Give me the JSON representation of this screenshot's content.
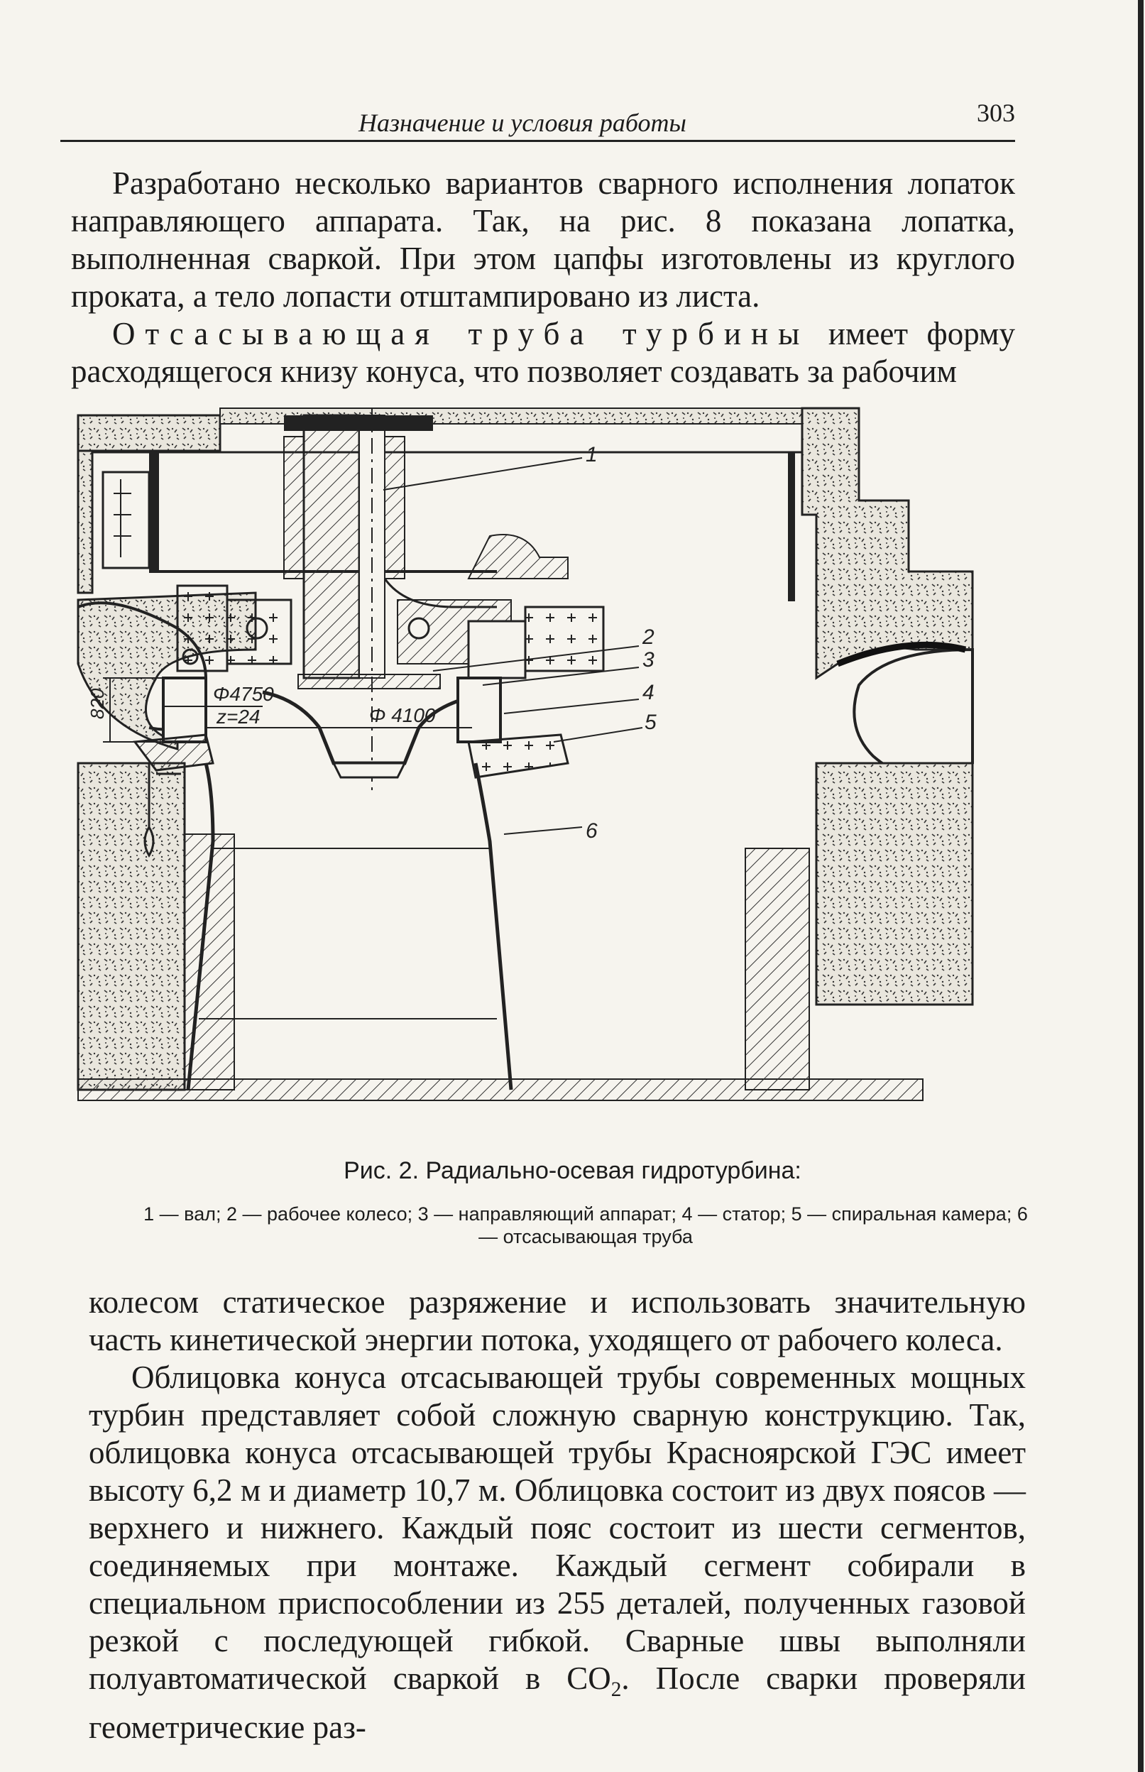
{
  "header": {
    "running_title": "Назначение и условия работы",
    "page_number": "303"
  },
  "body": {
    "para1": "Разработано несколько вариантов сварного исполнения лопаток направляющего аппарата. Так, на рис. 8 показана лопатка, выполненная сваркой. При этом цапфы изготовлены из круглого проката, а тело лопасти отштампировано из листа.",
    "para2_spaced": "Отсасывающая труба турбины",
    "para2_rest": " имеет форму расходящегося книзу конуса, что позволяет создавать за рабочим",
    "para3": "колесом статическое разряжение и использовать значительную часть кинетической энергии потока, уходящего от рабочего колеса.",
    "para4_before": "Облицовка конуса отсасывающей трубы современных мощных турбин представляет собой сложную сварную конструкцию. Так, облицовка конуса отсасывающей трубы Красноярской ГЭС имеет высоту 6,2 м и диаметр 10,7 м. Облицовка состоит из двух поясов — верхнего и нижнего. Каждый пояс состоит из шести сегментов, соединяемых при монтаже. Каждый сегмент собирали в специальном приспособлении из 255 деталей, полученных газовой резкой с последующей гибкой. Сварные швы выполняли полуавтоматической сваркой в СО",
    "para4_sub": "2",
    "para4_after": ". После сварки проверяли геометрические раз-"
  },
  "figure": {
    "dim_height": "820",
    "dim_diam1": "Φ4750",
    "dim_z": "z=24",
    "dim_diam2": "Φ 4100",
    "callouts": [
      "1",
      "2",
      "3",
      "4",
      "5",
      "6"
    ],
    "caption_title": "Рис. 2. Радиально-осевая гидротурбина:",
    "caption_legend": "1 — вал; 2 — рабочее колесо; 3 — направляющий аппарат; 4 — статор; 5 — спиральная камера; 6 — отсасывающая труба"
  }
}
